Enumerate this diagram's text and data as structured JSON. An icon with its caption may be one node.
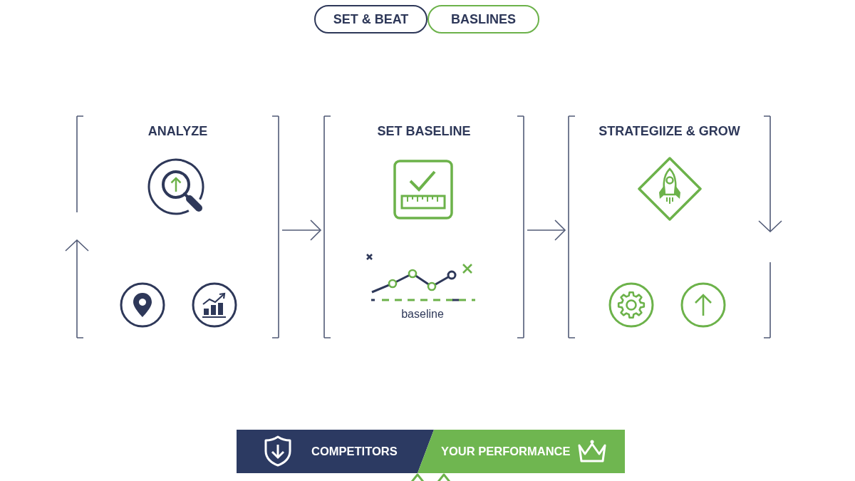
{
  "diagram": {
    "nodes": [
      {
        "text": [
          "SET & BEAT"
        ]
      },
      {
        "text": [
          "BASLINES"
        ]
      },
      {
        "text": [
          "ANALYZE"
        ]
      },
      {
        "text": [
          "SET BASELINE"
        ]
      },
      {
        "text": [
          "STRATEGIIZE & GROW"
        ]
      },
      {
        "text": [
          "COMPETITORS"
        ]
      },
      {
        "text": [
          "YOUR PERFORMANCE"
        ]
      }
    ],
    "edges": [
      {
        "from": 2,
        "to": 3,
        "arrow": "to"
      },
      {
        "from": 3,
        "to": 4,
        "arrow": "to"
      }
    ],
    "labels": [
      "baseline"
    ]
  }
}
